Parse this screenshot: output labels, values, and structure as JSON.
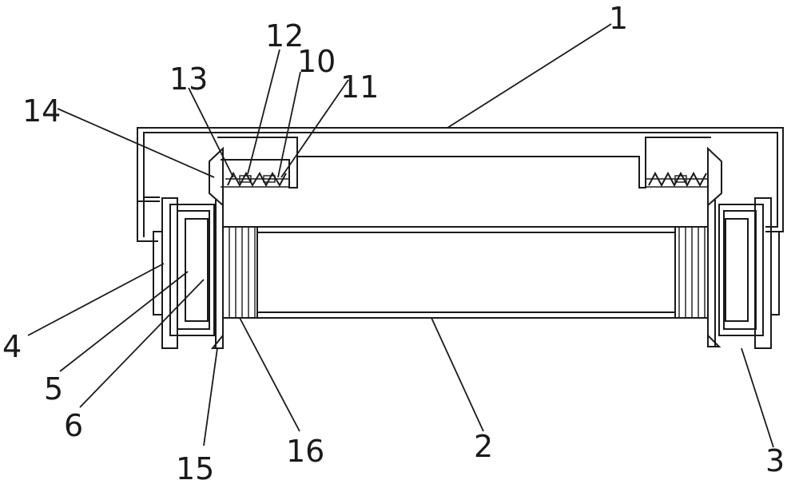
{
  "diagram": {
    "labels": {
      "l1": "1",
      "l2": "2",
      "l3": "3",
      "l4": "4",
      "l5": "5",
      "l6": "6",
      "l10": "10",
      "l11": "11",
      "l12": "12",
      "l13": "13",
      "l14": "14",
      "l15": "15",
      "l16": "16"
    }
  }
}
